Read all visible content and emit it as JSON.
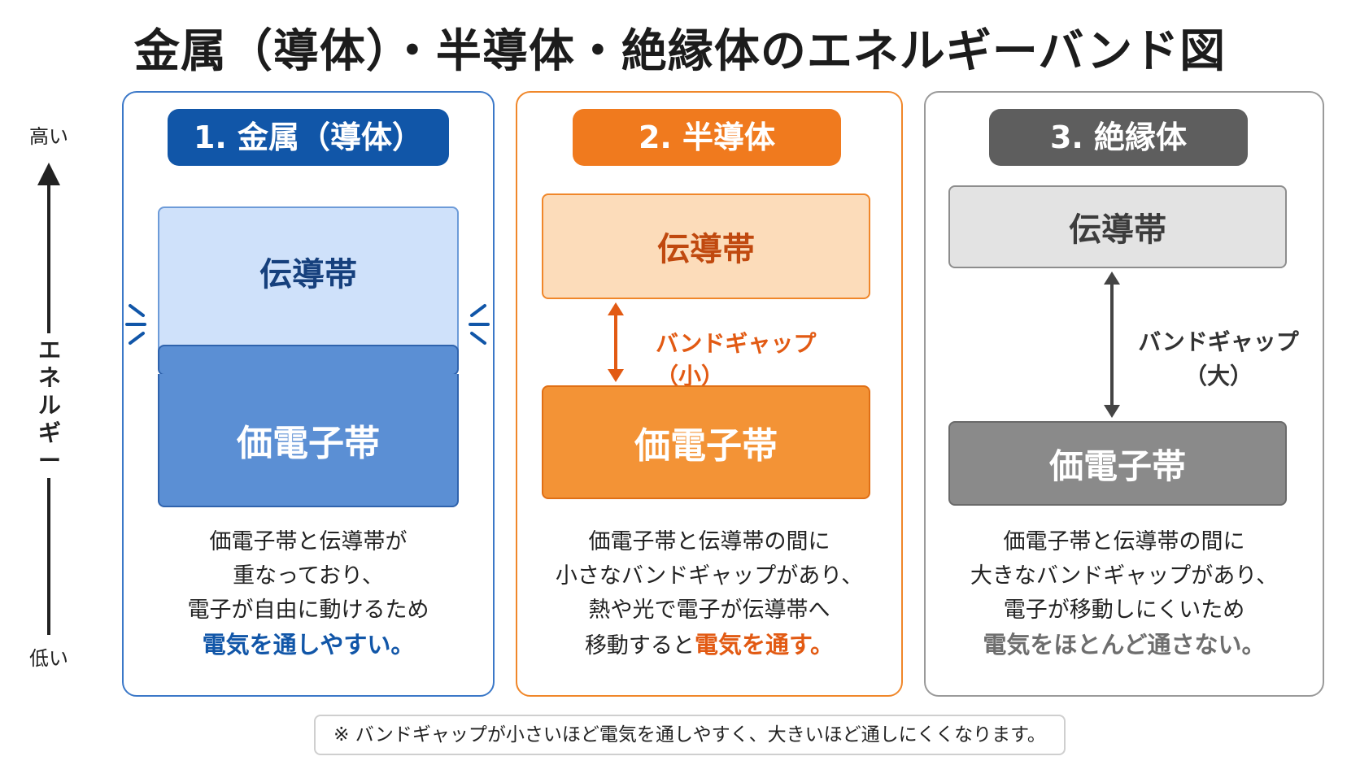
{
  "title": "金属（導体）・半導体・絶縁体のエネルギーバンド図",
  "axis": {
    "high": "高い",
    "label": "エネルギー",
    "low": "低い"
  },
  "panels": [
    {
      "heading": "1. 金属（導体）",
      "conduction_band": "伝導帯",
      "valence_band": "価電子帯",
      "description": [
        "価電子帯と伝導帯が",
        "重なっており、",
        "電子が自由に動けるため"
      ],
      "emphasis": "電気を通しやすい。"
    },
    {
      "heading": "2. 半導体",
      "conduction_band": "伝導帯",
      "valence_band": "価電子帯",
      "band_gap": "バンドギャップ（小）",
      "description": [
        "価電子帯と伝導帯の間に",
        "小さなバンドギャップがあり、",
        "熱や光で電子が伝導帯へ",
        "移動すると"
      ],
      "emphasis": "電気を通す。"
    },
    {
      "heading": "3. 絶縁体",
      "conduction_band": "伝導帯",
      "valence_band": "価電子帯",
      "band_gap": [
        "バンドギャップ",
        "（大）"
      ],
      "description": [
        "価電子帯と伝導帯の間に",
        "大きなバンドギャップがあり、",
        "電子が移動しにくいため"
      ],
      "emphasis": "電気をほとんど通さない。"
    }
  ],
  "note": "※ バンドギャップが小さいほど電気を通しやすく、大きいほど通しにくくなります。",
  "colors": {
    "metal": "#1156a8",
    "semiconductor": "#f07a1e",
    "insulator": "#5e5e5e"
  }
}
